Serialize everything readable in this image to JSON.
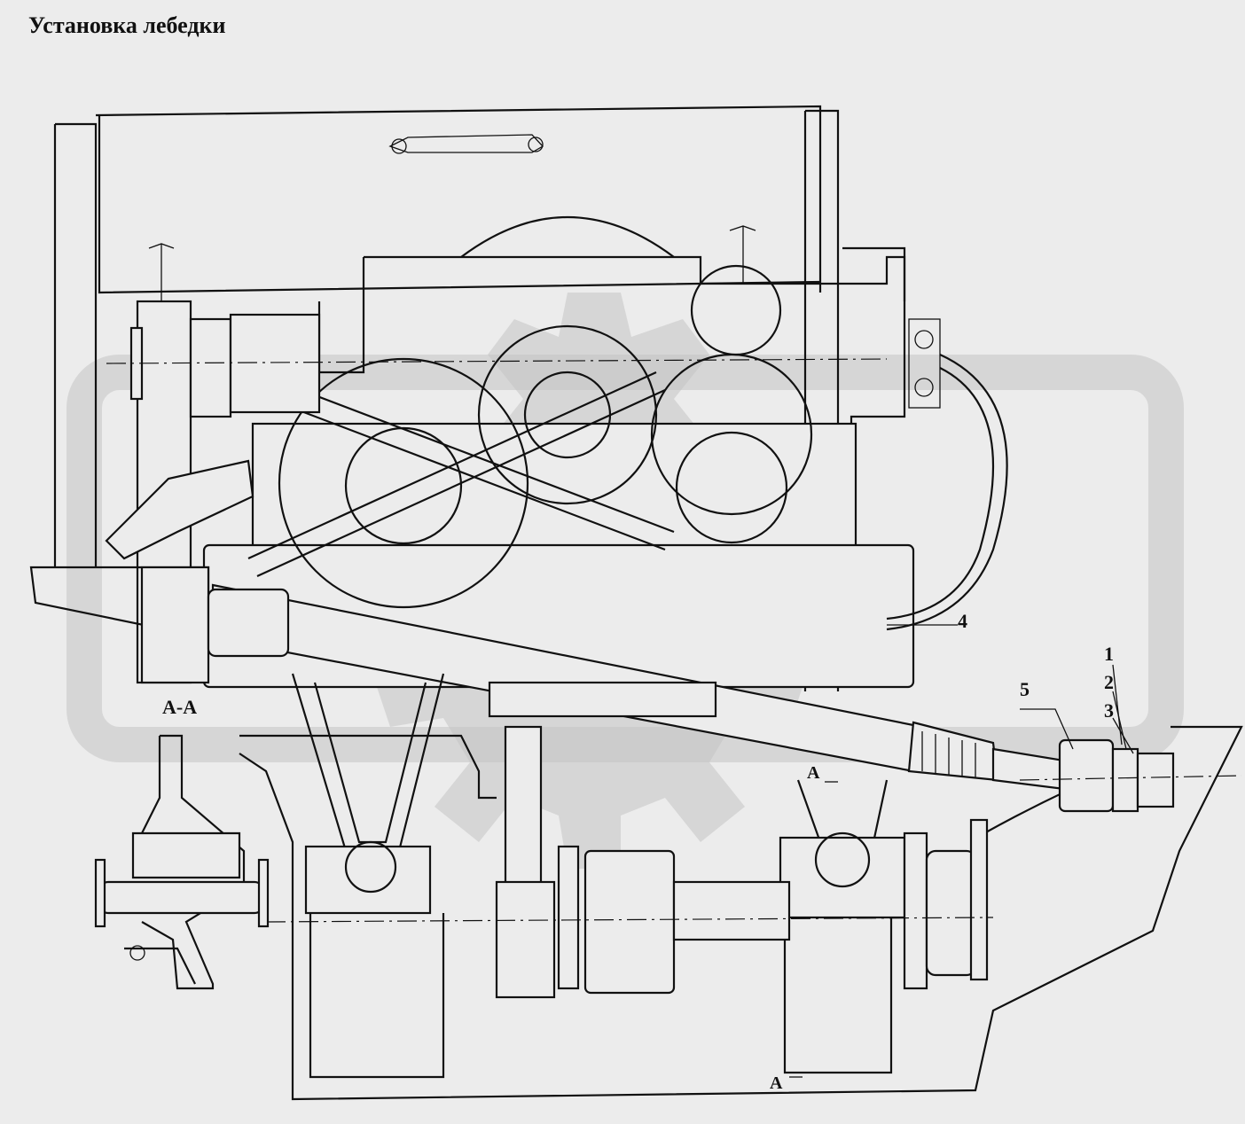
{
  "title": "Установка лебедки",
  "section_label": "А-А",
  "section_marker_top": "А",
  "section_marker_bottom": "А",
  "callouts": [
    {
      "id": "1",
      "text": "1"
    },
    {
      "id": "2",
      "text": "2"
    },
    {
      "id": "3",
      "text": "3"
    },
    {
      "id": "4",
      "text": "4"
    },
    {
      "id": "5",
      "text": "5"
    }
  ],
  "colors": {
    "background": "#ececec",
    "line": "#111111",
    "watermark": "#c4c4c4"
  },
  "watermark_icon": "gear-logo-icon"
}
